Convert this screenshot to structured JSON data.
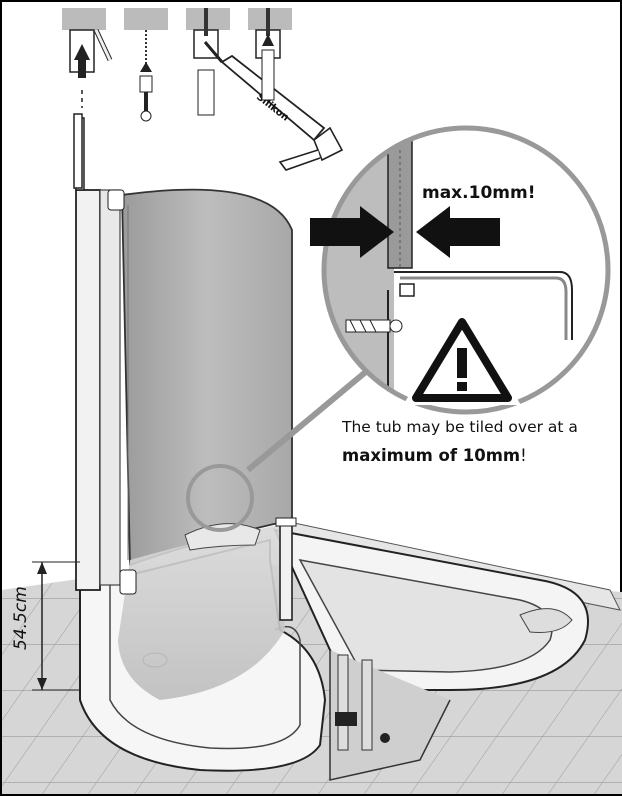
{
  "callout": {
    "gap_label": "max.10mm!",
    "warning_line1": "The tub may be tiled over at a",
    "warning_bold": "maximum of 10mm",
    "warning_end": "!"
  },
  "dimension": {
    "height_label": "54.5cm"
  },
  "sealant": {
    "tube_label": "Silikon"
  }
}
